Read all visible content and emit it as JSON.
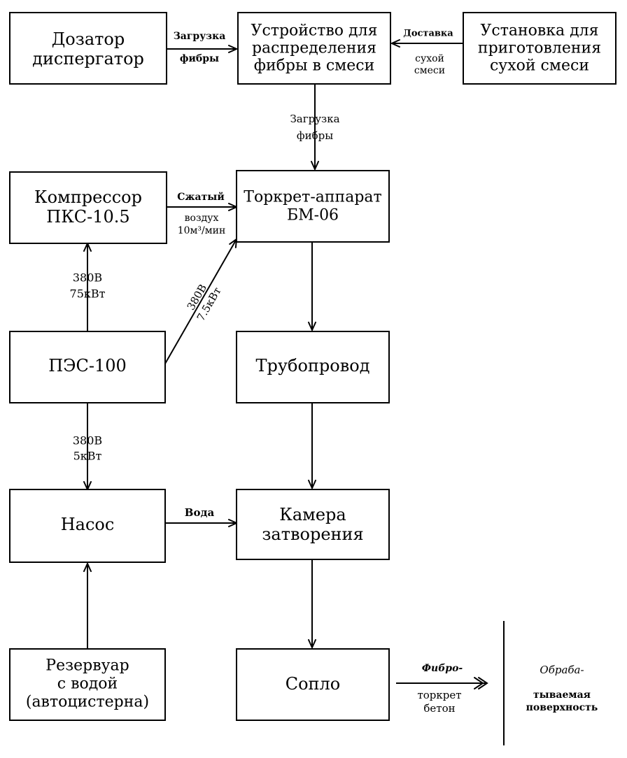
{
  "boxes": {
    "dispenser": [
      "Дозатор",
      "диспергатор"
    ],
    "distributor": [
      "Устройство для",
      "распределения",
      "фибры в смеси"
    ],
    "dry_mix": [
      "Установка для",
      "приготовления",
      "сухой смеси"
    ],
    "compressor": [
      "Компрессор",
      "ПКС-10.5"
    ],
    "gun": [
      "Торкрет-аппарат",
      "БМ-06"
    ],
    "power": [
      "ПЭС-100"
    ],
    "pipeline": [
      "Трубопровод"
    ],
    "pump": [
      "Насос"
    ],
    "chamber": [
      "Камера",
      "затворения"
    ],
    "tank": [
      "Резервуар",
      "с водой",
      "(автоцистерна)"
    ],
    "nozzle": [
      "Сопло"
    ]
  },
  "labels": {
    "fiber_load_top": [
      "Загрузка",
      "фибры"
    ],
    "dry_mix_delivery": [
      "Доставка",
      "сухой",
      "смеси"
    ],
    "fiber_load_mid": [
      "Загрузка",
      "фибры"
    ],
    "compressed_air": [
      "Сжатый",
      "воздух",
      "10м³/мин"
    ],
    "power_to_compressor": [
      "380В",
      "75кВт"
    ],
    "power_to_gun": [
      "380В",
      "7.5кВт"
    ],
    "power_to_pump": [
      "380В",
      "5кВт"
    ],
    "water": "Вода",
    "fiber_shotcrete": [
      "Фибро-",
      "торкрет",
      "бетон"
    ],
    "treated_surface": [
      "Обраба-",
      "тываемая",
      "поверхность"
    ]
  },
  "colors": {
    "line": "#000000",
    "background": "#ffffff"
  }
}
